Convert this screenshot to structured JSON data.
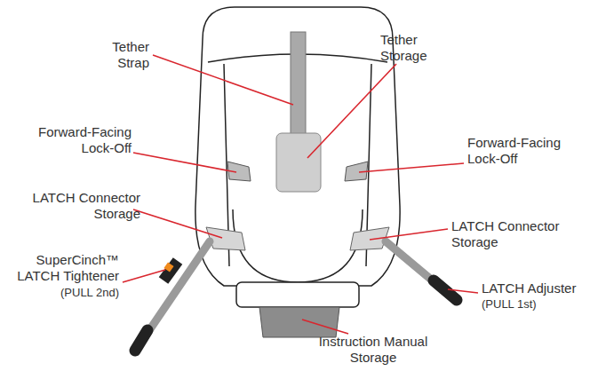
{
  "diagram": {
    "labels": [
      "Tether Strap",
      "Tether Storage",
      "Forward-Facing Lock-Off",
      "Forward-Facing Lock-Off",
      "LATCH Connector Storage",
      "LATCH Connector Storage",
      "SuperCinch™ LATCH Tightener",
      "(PULL 2nd)",
      "LATCH Adjuster",
      "(PULL 1st)",
      "Instruction Manual Storage"
    ]
  }
}
